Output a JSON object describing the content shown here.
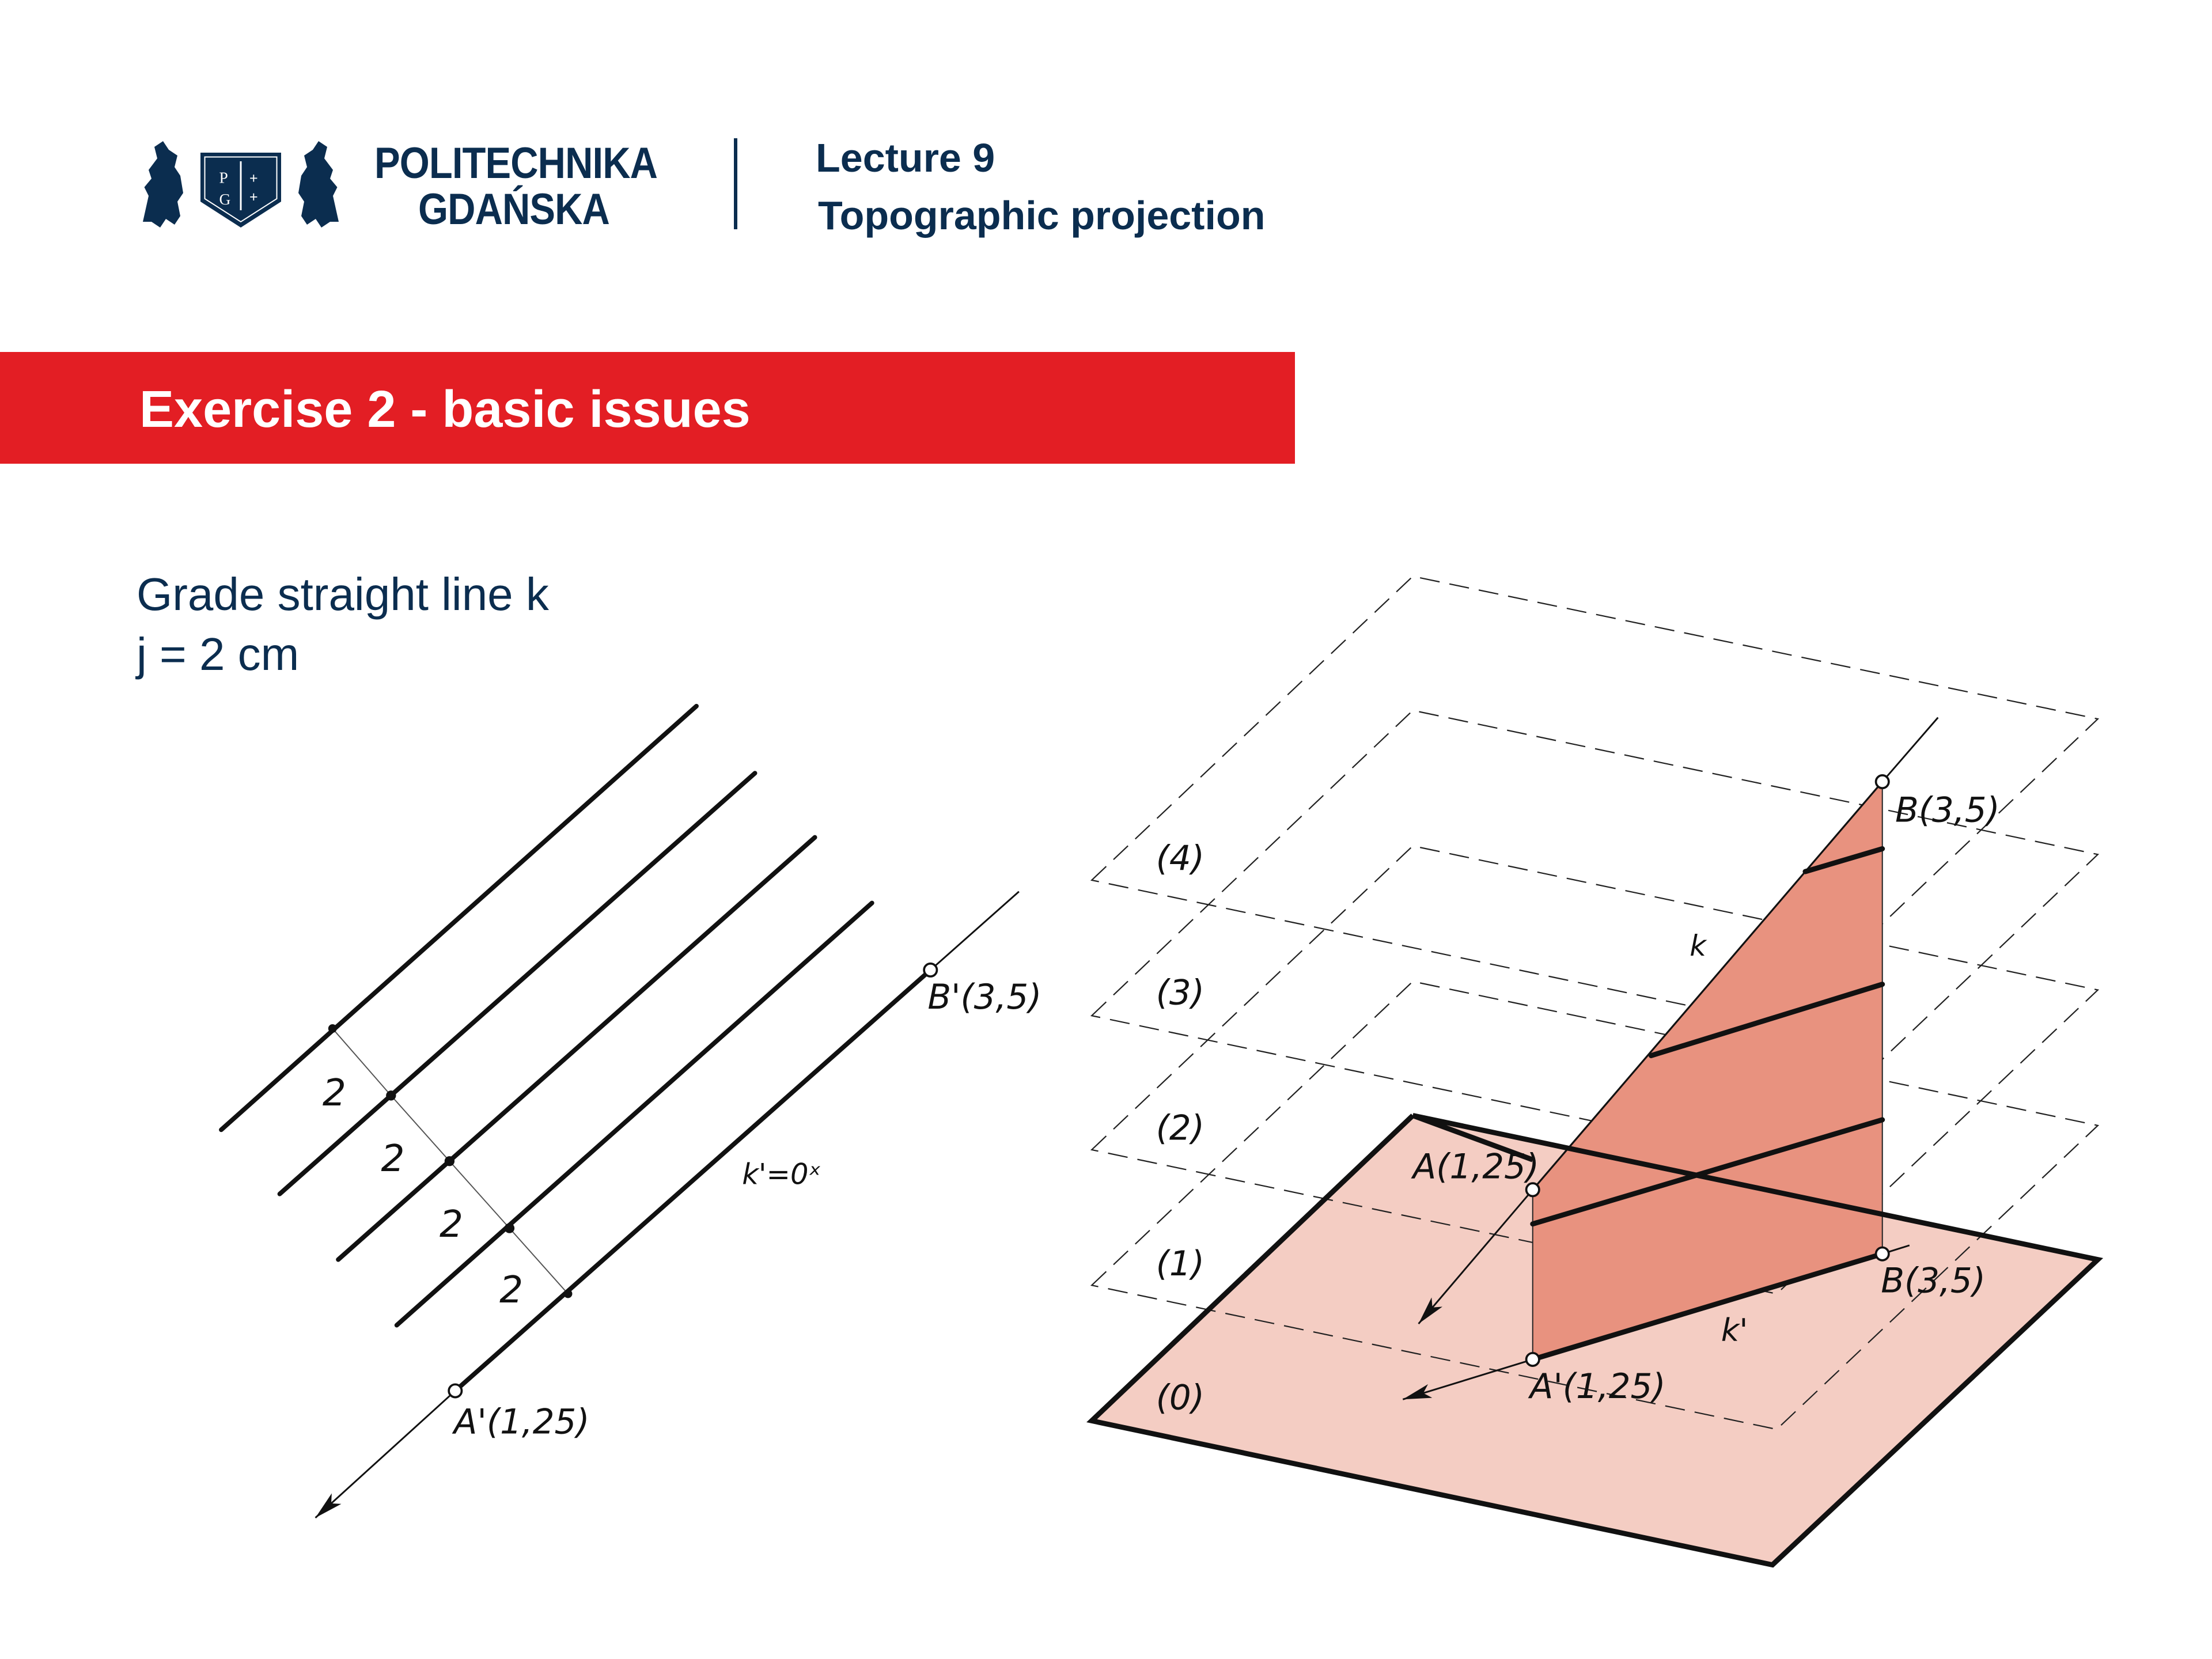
{
  "header": {
    "institution_line1": "POLITECHNIKA",
    "institution_line2": "GDAŃSKA",
    "logo_icon": "pg-crest-icon",
    "logo_monogram": [
      "P",
      "G"
    ],
    "lecture_number": "Lecture 9",
    "lecture_title": "Topographic projection",
    "brand_color": "#0b2d4f"
  },
  "banner": {
    "title": "Exercise 2 - basic issues",
    "color": "#e31e24"
  },
  "task": {
    "line1": "Grade straight line k",
    "line2": "j = 2 cm"
  },
  "left_figure": {
    "point_b_label": "B'(3,5)",
    "point_a_label": "A'(1,25)",
    "projection_label": "k'=0ˣ",
    "interval_labels": [
      "2",
      "2",
      "2",
      "2"
    ]
  },
  "right_figure": {
    "level_labels": [
      "(4)",
      "(3)",
      "(2)",
      "(1)",
      "(0)"
    ],
    "point_b_label": "B(3,5)",
    "point_a_label": "A(1,25)",
    "point_b_proj_label": "B(3,5)",
    "point_a_proj_label": "A'(1,25)",
    "line_label": "k",
    "projection_label": "k'",
    "plane_fill_color": "#f4cdc3",
    "projecting_plane_color": "#e8927f"
  }
}
